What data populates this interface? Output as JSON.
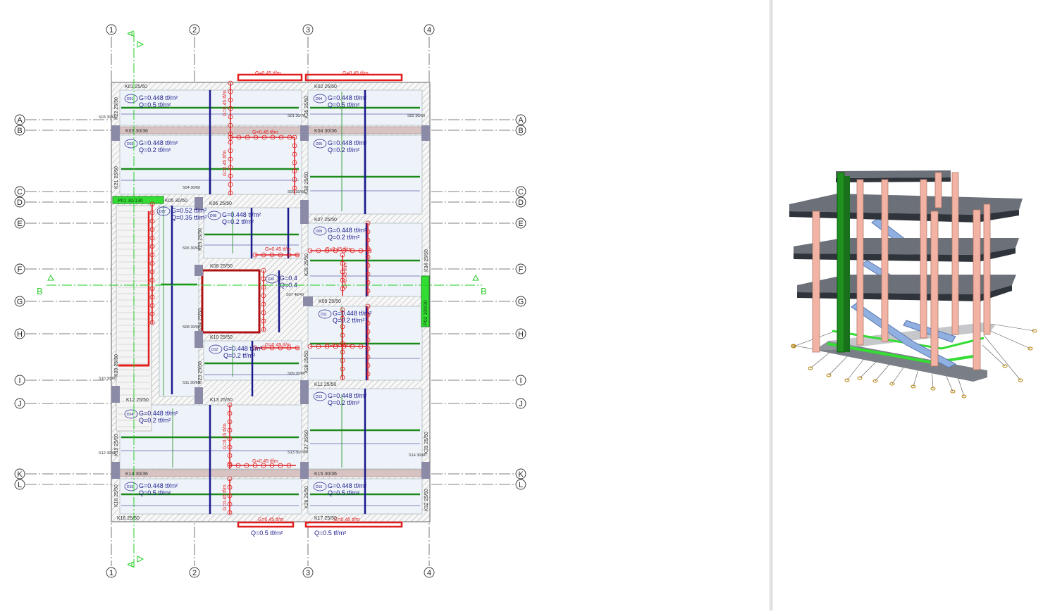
{
  "colors": {
    "background": "#ffffff",
    "grid_line": "#555555",
    "section_line": "#22cc22",
    "beam_fill": "#eaf1f8",
    "beam_pink": "#d8c3c3",
    "slab_fill": "#eef3f9",
    "column_fill": "#8b8ba8",
    "load_red": "#e11d1d",
    "rebar_green": "#1b8a1b",
    "rebar_blue": "#1a1a8c",
    "opening_red": "#b01010",
    "highlight_green": "#33dd33",
    "steel_pink": "#f2b3a4",
    "slab_gray": "#6b7079",
    "stair_blue": "#8fb0e0"
  },
  "axes": {
    "columns": [
      "1",
      "2",
      "3",
      "4"
    ],
    "rows": [
      "A",
      "B",
      "C",
      "D",
      "E",
      "F",
      "G",
      "H",
      "I",
      "J",
      "K",
      "L"
    ],
    "section_vertical": "A",
    "section_horizontal": "B"
  },
  "beams": [
    "K01 25/50",
    "K02 25/50",
    "K03 30/36",
    "K04 30/36",
    "K05 30/50",
    "K06 25/50",
    "K07 25/50",
    "K08 25/50",
    "K09 25/50",
    "K10 25/50",
    "K11 25/50",
    "K12 25/50",
    "K13 25/50",
    "K14 30/36",
    "K15 30/36",
    "K16 25/50",
    "K17 25/50"
  ],
  "vertical_beams": [
    "K22 25/50",
    "K21 25/50",
    "K35 25/50",
    "K30 25/50",
    "K25 25/50",
    "K29 25/50",
    "K24 25/50",
    "K28 25/50",
    "K23 25/50",
    "K19 25/50",
    "K27 25/50",
    "K18 25/50",
    "K26 25/50",
    "K34 25/50",
    "K33 25/50",
    "K32 25/50",
    "K20 25/50",
    "K31 25/50"
  ],
  "columns_labels": [
    "S01 30/70",
    "S02 30/60",
    "S03 30/60",
    "S04 30/60",
    "S05 30/60",
    "S06 30/60",
    "S07 40/40",
    "S08 30/60",
    "S09 30/60",
    "S10 30/60",
    "S11 30/60",
    "S12 30/60",
    "S13 30/70",
    "S14 30/60"
  ],
  "walls": [
    "P01 30/130",
    "P02 100/30"
  ],
  "slab_loads": [
    {
      "id": "D01",
      "g": "G=0.448 tf/m²",
      "q": "Q=0.5 tf/m²"
    },
    {
      "id": "D04",
      "g": "G=0.448 tf/m²",
      "q": "Q=0.5 tf/m²"
    },
    {
      "id": "D03",
      "g": "G=0.448 tf/m²",
      "q": "Q=0.2 tf/m²"
    },
    {
      "id": "D05",
      "g": "G=0.448 tf/m²",
      "q": "Q=0.2 tf/m²"
    },
    {
      "id": "D07",
      "g": "G=0.52 tf/m²",
      "q": "Q=0.35 tf/m²"
    },
    {
      "id": "D08",
      "g": "G=0.448 tf/m²",
      "q": "Q=0.2 tf/m²"
    },
    {
      "id": "D09",
      "g": "G=0.448 tf/m²",
      "q": "Q=0.2 tf/m²"
    },
    {
      "id": "D10",
      "g": "G=0.4",
      "q": "Q=0.4"
    },
    {
      "id": "D11",
      "g": "G=0.448 tf/m²",
      "q": "Q=0.2 tf/m²"
    },
    {
      "id": "D12",
      "g": "G=0.448 tf/m²",
      "q": "Q=0.2 tf/m²"
    },
    {
      "id": "D13",
      "g": "G=0.448 tf/m²",
      "q": "Q=0.2 tf/m²"
    },
    {
      "id": "D14",
      "g": "G=0.448 tf/m²",
      "q": "Q=0.2 tf/m²"
    },
    {
      "id": "D15",
      "g": "G=0.448 tf/m²",
      "q": "Q=0.5 tf/m²"
    },
    {
      "id": "D16",
      "g": "G=0.448 tf/m²",
      "q": "Q=0.5 tf/m²"
    }
  ],
  "line_load": "G=0.45 tf/m",
  "balcony_loads": [
    "Q=0.5 tf/m²",
    "Q=0.5 tf/m²"
  ]
}
